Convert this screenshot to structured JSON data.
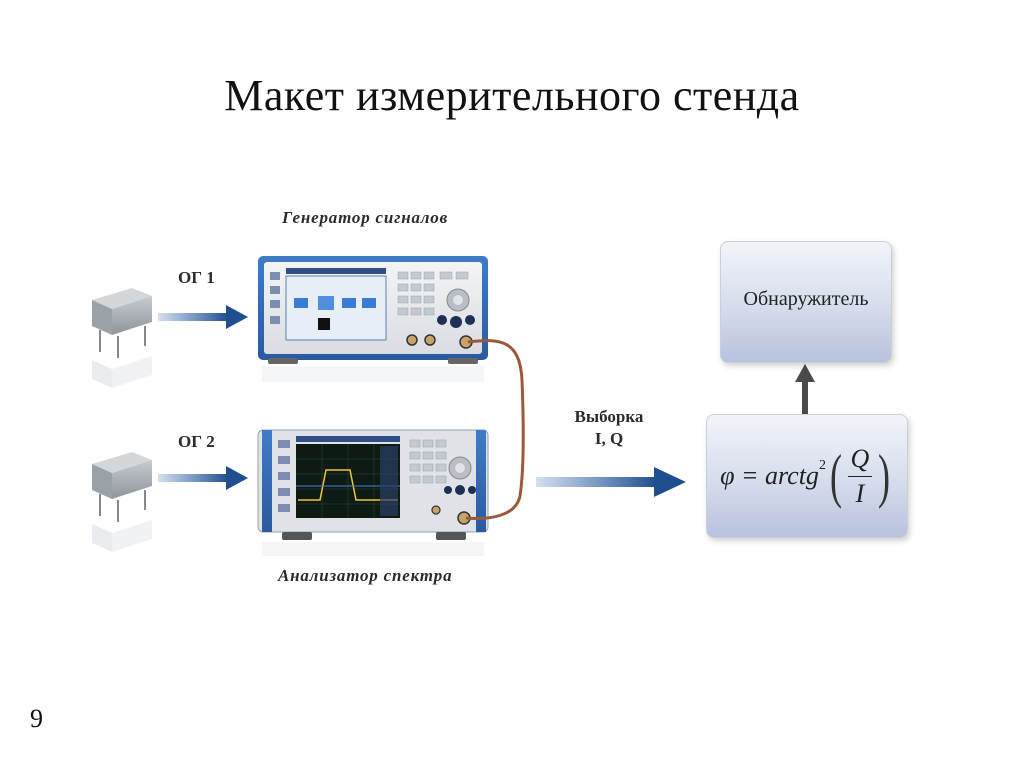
{
  "slide": {
    "title": "Макет измерительного стенда",
    "page_number": "9"
  },
  "diagram": {
    "generator_caption": "Генератор сигналов",
    "analyzer_caption": "Анализатор спектра",
    "oscillator1_label": "ОГ 1",
    "oscillator2_label": "ОГ 2",
    "sample_label_line1": "Выборка",
    "sample_label_line2": "I, Q",
    "detector_label": "Обнаружитель",
    "formula": {
      "lhs": "φ = arctg",
      "power": "2",
      "numerator": "Q",
      "denominator": "I"
    }
  },
  "colors": {
    "arrow": "#1f4f8f",
    "box_border": "#c9cfdb",
    "cable": "#9a5a3a",
    "instrument_frame": "#2f69b8"
  }
}
